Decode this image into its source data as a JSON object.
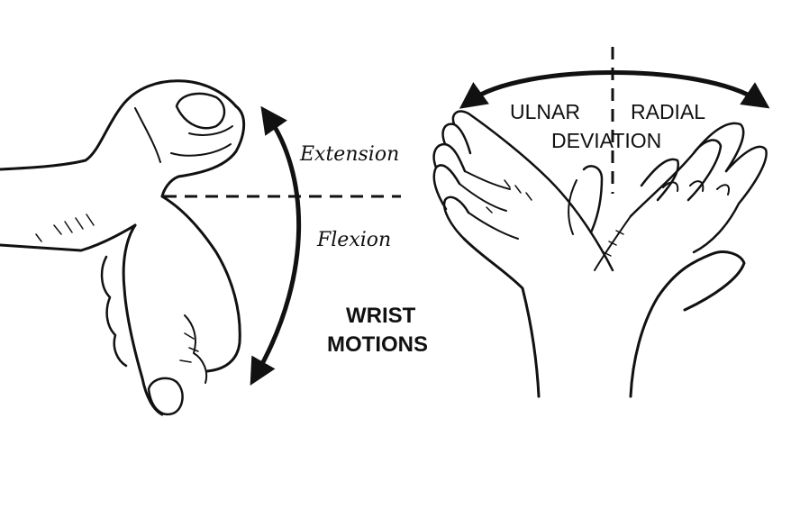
{
  "labels": {
    "extension": "Extension",
    "flexion": "Flexion",
    "title_line1": "WRIST",
    "title_line2": "MOTIONS",
    "ulnar": "ULNAR",
    "radial": "RADIAL",
    "deviation": "DEVIATION"
  },
  "colors": {
    "ink": "#111111",
    "background": "#ffffff"
  }
}
